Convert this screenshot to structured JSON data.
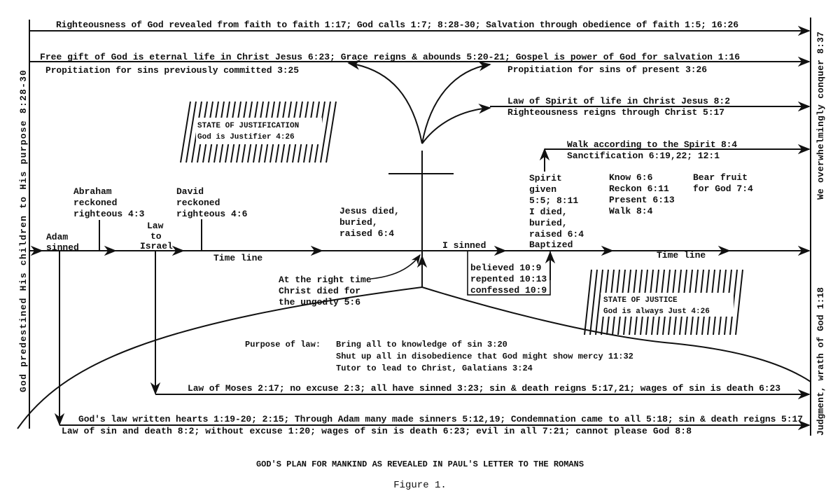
{
  "left_axis": "God predestined His children to His purpose 8:28-30",
  "right_axis_top": "We overwhelmingly conquer 8:37",
  "right_axis_bottom": "Judgment, wrath of God 1:18",
  "lines": {
    "top": "Righteousness of God revealed from faith to faith 1:17; God calls 1:7; 8:28-30; Salvation through obedience of faith 1:5; 16:26",
    "grace": "Free gift of God is eternal life in Christ Jesus 6:23; Grace reigns & abounds 5:20-21; Gospel is power of God for salvation 1:16",
    "propitiation_past": "Propitiation for sins previously committed 3:25",
    "propitiation_present": "Propitiation for sins of present 3:26",
    "spirit_law": "Law of Spirit of life in Christ Jesus 8:2",
    "righteousness_reigns": "Righteousness reigns through Christ 5:17",
    "walk": "Walk according to the Spirit 8:4",
    "sanctification": "Sanctification 6:19,22; 12:1",
    "moses": "Law of Moses 2:17; no excuse 2:3; all have sinned 3:23; sin & death reigns 5:17,21; wages of sin is death 6:23",
    "gods_law": "God's law written hearts 1:19-20; 2:15; Through Adam many made sinners 5:12,19; Condemnation came to all 5:18; sin & death reigns 5:17",
    "sin_death": "Law of sin and death 8:2; without excuse 1:20; wages of sin is death 6:23; evil in all 7:21; cannot please God 8:8"
  },
  "justification": {
    "title": "STATE OF JUSTIFICATION",
    "text": "God is Justifier 4:26"
  },
  "justice": {
    "title": "STATE OF JUSTICE",
    "text": "God is always Just 4:26"
  },
  "timeline": {
    "label": "Time line",
    "adam": [
      "Adam",
      "sinned"
    ],
    "abraham": [
      "Abraham",
      "reckoned",
      "righteous 4:3"
    ],
    "law": [
      "Law",
      "to",
      "Israel"
    ],
    "david": [
      "David",
      "reckoned",
      "righteous 4:6"
    ],
    "jesus": [
      "Jesus died,",
      "buried,",
      "raised 6:4"
    ],
    "i_sinned": "I sinned",
    "response": [
      "believed 10:9",
      "repented 10:13",
      "confessed 10:9"
    ],
    "spirit": [
      "Spirit",
      "given",
      "5:5; 8:11",
      "I died,",
      "buried,",
      "raised 6:4",
      "Baptized"
    ],
    "know": [
      "Know 6:6",
      "Reckon 6:11",
      "Present 6:13",
      "Walk 8:4"
    ],
    "fruit": [
      "Bear fruit",
      "for God 7:4"
    ],
    "right_time": [
      "At the right time",
      "Christ died for",
      "the ungodly 5:6"
    ]
  },
  "purpose": {
    "label": "Purpose of law:",
    "items": [
      "Bring all to knowledge of sin 3:20",
      "Shut up all in disobedience that God might show mercy 11:32",
      "Tutor to lead to Christ, Galatians 3:24"
    ]
  },
  "caption": "GOD'S PLAN FOR MANKIND AS REVEALED IN PAUL'S LETTER TO THE ROMANS",
  "figure": "Figure 1."
}
